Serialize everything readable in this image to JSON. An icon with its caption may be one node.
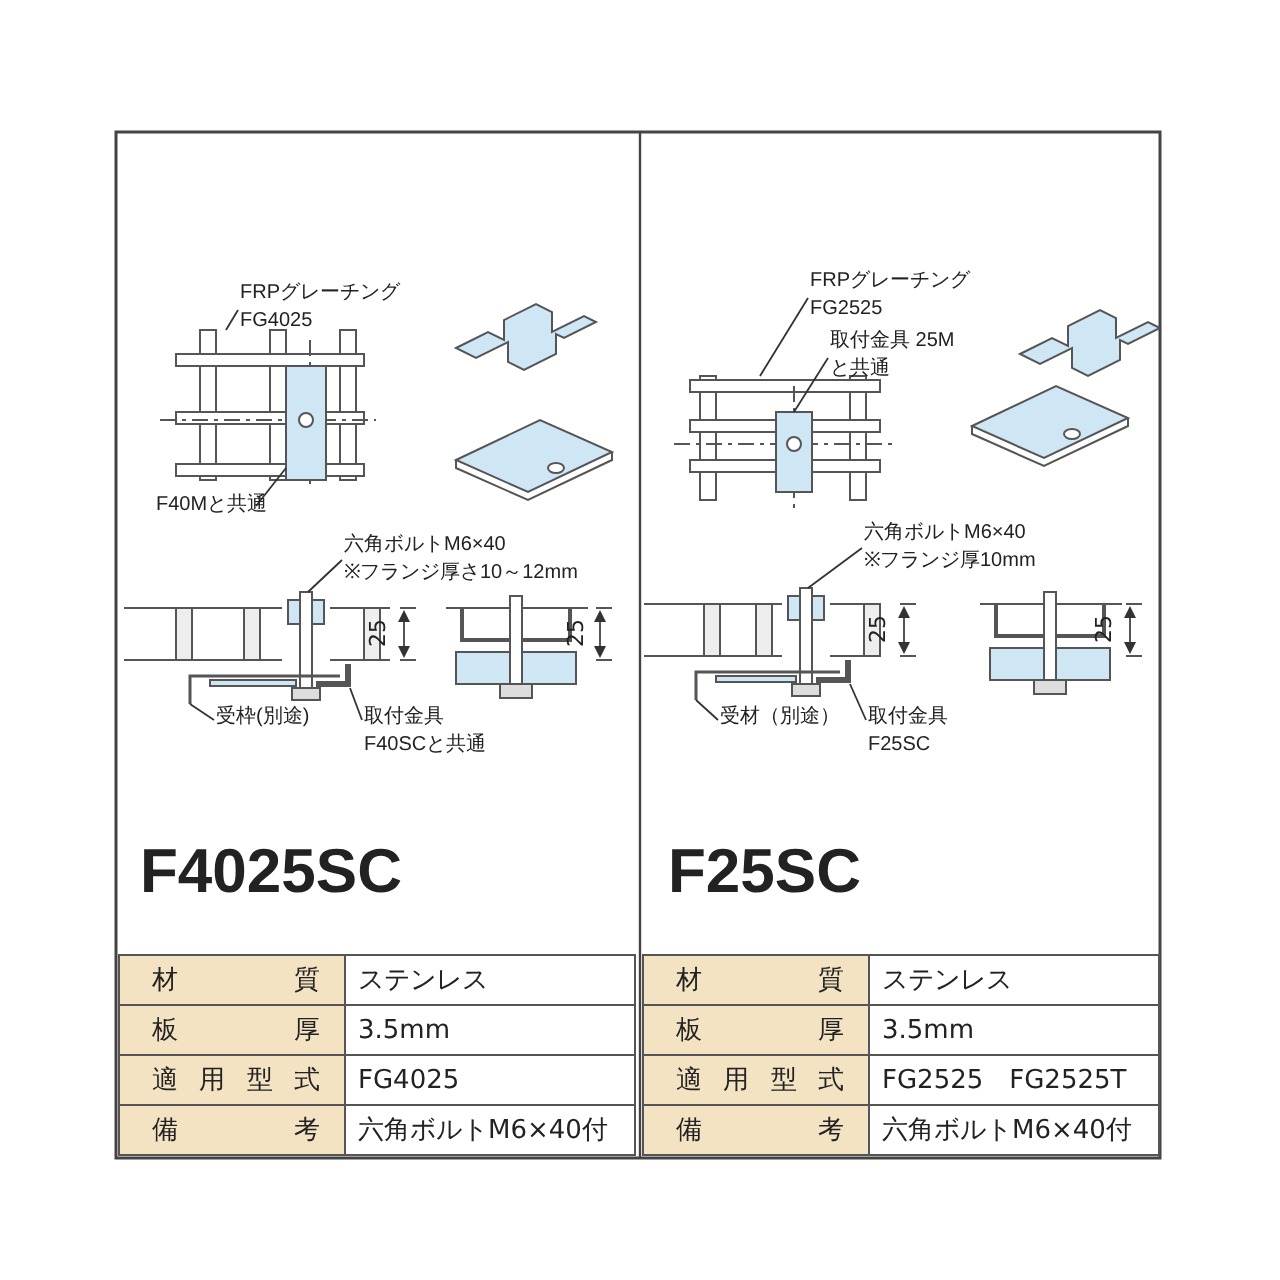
{
  "diagram": {
    "nodes": [
      {
        "text": [
          "FRPグレーチング FG4025"
        ]
      },
      {
        "text": [
          "F40Mと共通"
        ]
      },
      {
        "text": [
          "六角ボルトM6×40",
          "※フランジ厚さ10～12mm"
        ]
      },
      {
        "text": [
          "受枠(別途)"
        ]
      },
      {
        "text": [
          "取付金具 F40SCと共通"
        ]
      },
      {
        "text": [
          "FRPグレーチング FG2525"
        ]
      },
      {
        "text": [
          "取付金具 25Mと共通"
        ]
      },
      {
        "text": [
          "六角ボルトM6×40",
          "※フランジ厚10mm"
        ]
      },
      {
        "text": [
          "受材（別途）"
        ]
      },
      {
        "text": [
          "取付金具 F25SC"
        ]
      },
      {
        "text": [],
        "shape": "picture"
      },
      {
        "text": [],
        "shape": "box",
        "in": 10
      },
      {
        "text": [],
        "shape": "picture"
      },
      {
        "text": [],
        "shape": "picture"
      },
      {
        "text": [],
        "shape": "picture"
      },
      {
        "text": [],
        "shape": "picture"
      },
      {
        "text": [],
        "shape": "box",
        "in": 15
      },
      {
        "text": [],
        "shape": "picture"
      },
      {
        "text": [],
        "shape": "picture"
      },
      {
        "text": [],
        "shape": "picture"
      }
    ],
    "edges": [
      {
        "from": 0,
        "to": 10,
        "arrow": "none"
      },
      {
        "from": 1,
        "to": 11,
        "arrow": "none"
      },
      {
        "from": 2,
        "to": 12,
        "arrow": "none"
      },
      {
        "from": 3,
        "to": 13,
        "arrow": "none"
      },
      {
        "from": 4,
        "to": 14,
        "arrow": "none"
      },
      {
        "from": 5,
        "to": 15,
        "arrow": "none"
      },
      {
        "from": 6,
        "to": 16,
        "arrow": "none"
      },
      {
        "from": 7,
        "to": 17,
        "arrow": "none"
      },
      {
        "from": 8,
        "to": 18,
        "arrow": "none"
      },
      {
        "from": 9,
        "to": 19,
        "arrow": "none"
      }
    ],
    "labels": [
      "25",
      "25",
      "F4025SC",
      "25",
      "25",
      "F25SC",
      "材質",
      "ステンレス",
      "板厚",
      "3.5mm",
      "適用型式",
      "FG4025",
      "備考",
      "六角ボルトM6×40付",
      "材質",
      "ステンレス",
      "板厚",
      "3.5mm",
      "適用型式",
      "FG2525　FG2525T",
      "備考",
      "六角ボルトM6×40付"
    ]
  }
}
